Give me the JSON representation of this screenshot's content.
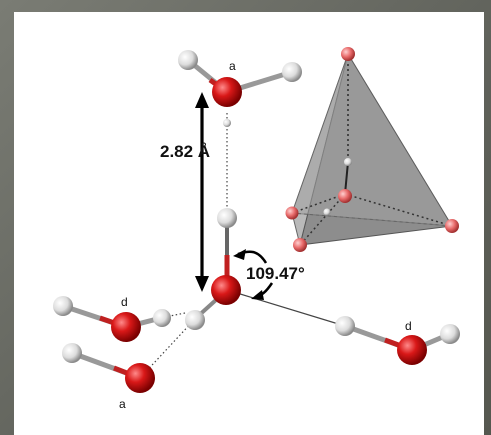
{
  "diagram": {
    "distance_label": "2.82 Å",
    "angle_label": "109.47°",
    "molecule_labels": {
      "top": "a",
      "left_upper": "d",
      "left_lower": "a",
      "right": "d"
    }
  }
}
